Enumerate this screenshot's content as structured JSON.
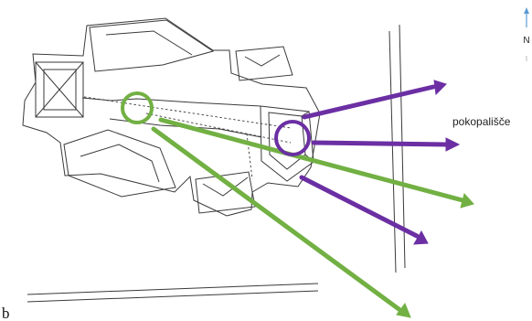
{
  "labels": {
    "destination": "pokopališče",
    "north": "N",
    "figure": "b"
  },
  "colors": {
    "outline": "#3a3a3a",
    "green": "#72b043",
    "purple": "#6b2fa3",
    "arrow_blue": "#5b9bd5"
  },
  "icons": {
    "north": "north-arrow-icon"
  }
}
